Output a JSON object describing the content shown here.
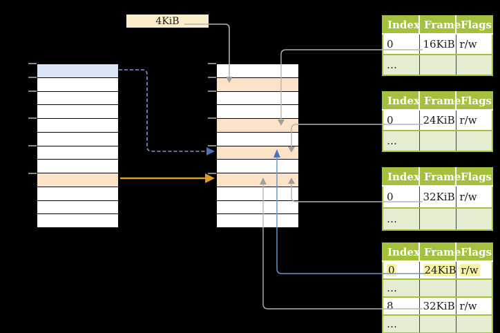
{
  "size_box": {
    "label": "4KiB"
  },
  "page_tables": [
    {
      "name": "page-table-1",
      "headers": [
        "Index",
        "Frame",
        "Flags"
      ],
      "rows": [
        {
          "shade": "white",
          "highlight": false,
          "cells": [
            "0",
            "16KiB",
            "r/w"
          ]
        },
        {
          "shade": "green",
          "highlight": false,
          "cells": [
            "…",
            "",
            ""
          ]
        }
      ]
    },
    {
      "name": "page-table-2",
      "headers": [
        "Index",
        "Frame",
        "Flags"
      ],
      "rows": [
        {
          "shade": "white",
          "highlight": false,
          "cells": [
            "0",
            "24KiB",
            "r/w"
          ]
        },
        {
          "shade": "green",
          "highlight": false,
          "cells": [
            "…",
            "",
            ""
          ]
        }
      ]
    },
    {
      "name": "page-table-3",
      "headers": [
        "Index",
        "Frame",
        "Flags"
      ],
      "rows": [
        {
          "shade": "white",
          "highlight": false,
          "cells": [
            "0",
            "32KiB",
            "r/w"
          ]
        },
        {
          "shade": "green",
          "highlight": false,
          "cells": [
            "…",
            "",
            ""
          ]
        }
      ]
    },
    {
      "name": "page-table-4",
      "headers": [
        "Index",
        "Frame",
        "Flags"
      ],
      "rows": [
        {
          "shade": "white",
          "highlight": true,
          "cells": [
            "0",
            "24KiB",
            "r/w"
          ]
        },
        {
          "shade": "green",
          "highlight": false,
          "cells": [
            "…",
            "",
            ""
          ]
        },
        {
          "shade": "white",
          "highlight": false,
          "cells": [
            "8",
            "32KiB",
            "r/w"
          ]
        },
        {
          "shade": "green",
          "highlight": false,
          "cells": [
            "…",
            "",
            ""
          ]
        }
      ]
    }
  ],
  "memory_columns": {
    "left": {
      "rows": [
        "blue",
        "white",
        "white",
        "white",
        "white",
        "white",
        "white",
        "white",
        "orange",
        "white",
        "white",
        "white"
      ]
    },
    "middle": {
      "rows": [
        "white",
        "orange",
        "white",
        "white",
        "orange",
        "white",
        "orange",
        "white",
        "orange",
        "white",
        "white",
        "white"
      ]
    }
  },
  "ticks": {
    "ys": [
      92,
      112,
      132,
      171,
      211,
      251
    ]
  },
  "connections": [
    {
      "from": "size-box-4KiB",
      "to": "middle-column-row-2",
      "style": "gray"
    },
    {
      "from": "page-table-1-frame-16KiB",
      "to": "middle-column-row-5",
      "style": "gray"
    },
    {
      "from": "page-table-2-frame-24KiB",
      "to": "middle-column-row-7",
      "style": "gray"
    },
    {
      "from": "page-table-3-frame-32KiB",
      "to": "middle-column-row-9",
      "style": "gray"
    },
    {
      "from": "page-table-4-frame-24KiB",
      "to": "middle-column-row-7",
      "style": "blue"
    },
    {
      "from": "page-table-4-frame-32KiB",
      "to": "middle-column-row-9",
      "style": "gray"
    },
    {
      "from": "left-column-row-1",
      "to": "middle-column-row-7",
      "style": "blue-dashed"
    },
    {
      "from": "left-column-row-9",
      "to": "middle-column-row-9",
      "style": "orange"
    }
  ],
  "colors": {
    "green": "#a3c13e",
    "green-light": "#e4edd1",
    "row-blue": "#d9e5f5",
    "row-orange": "#fce3c8",
    "cream": "#faeecb",
    "highlight": "#f8f2a3",
    "line-gray": "#b3b3b3",
    "arrow-gray": "#9e9e9e",
    "line-blue": "#6d93cb",
    "line-blue-dash": "#7e9fd1",
    "arrow-blue": "#4d74b4",
    "line-orange": "#dd9d23",
    "tick-gray": "#8a8a8a"
  }
}
